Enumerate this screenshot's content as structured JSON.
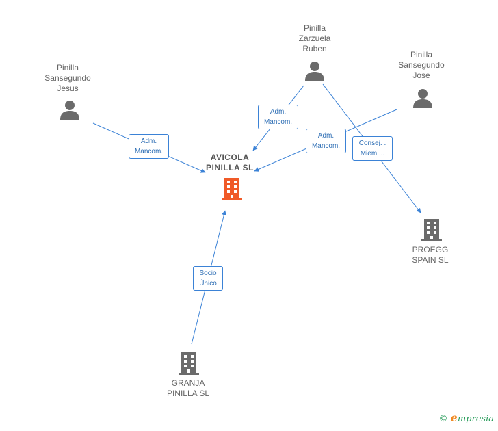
{
  "nodes": {
    "jesus": {
      "label": "Pinilla\nSansegundo\nJesus",
      "type": "person"
    },
    "ruben": {
      "label": "Pinilla\nZarzuela\nRuben",
      "type": "person"
    },
    "jose": {
      "label": "Pinilla\nSansegundo\nJose",
      "type": "person"
    },
    "avicola": {
      "label": "AVICOLA\nPINILLA  SL",
      "type": "company",
      "highlight": true
    },
    "proegg": {
      "label": "PROEGG\nSPAIN  SL",
      "type": "company"
    },
    "granja": {
      "label": "GRANJA\nPINILLA SL",
      "type": "company"
    }
  },
  "edges": [
    {
      "from": "jesus",
      "to": "avicola",
      "label": "Adm.\nMancom."
    },
    {
      "from": "ruben",
      "to": "avicola",
      "label": "Adm.\nMancom."
    },
    {
      "from": "jose",
      "to": "avicola",
      "label": "Adm.\nMancom."
    },
    {
      "from": "ruben",
      "to": "proegg",
      "label": "Consej. .\nMiem...."
    },
    {
      "from": "granja",
      "to": "avicola",
      "label": "Socio\nÚnico"
    }
  ],
  "colors": {
    "edge": "#3b82d6",
    "person_icon": "#6b6b6b",
    "company_icon": "#6b6b6b",
    "company_highlight": "#f05a28"
  },
  "footer": {
    "copyright_symbol": "©",
    "brand_first": "e",
    "brand_rest": "mpresia"
  }
}
